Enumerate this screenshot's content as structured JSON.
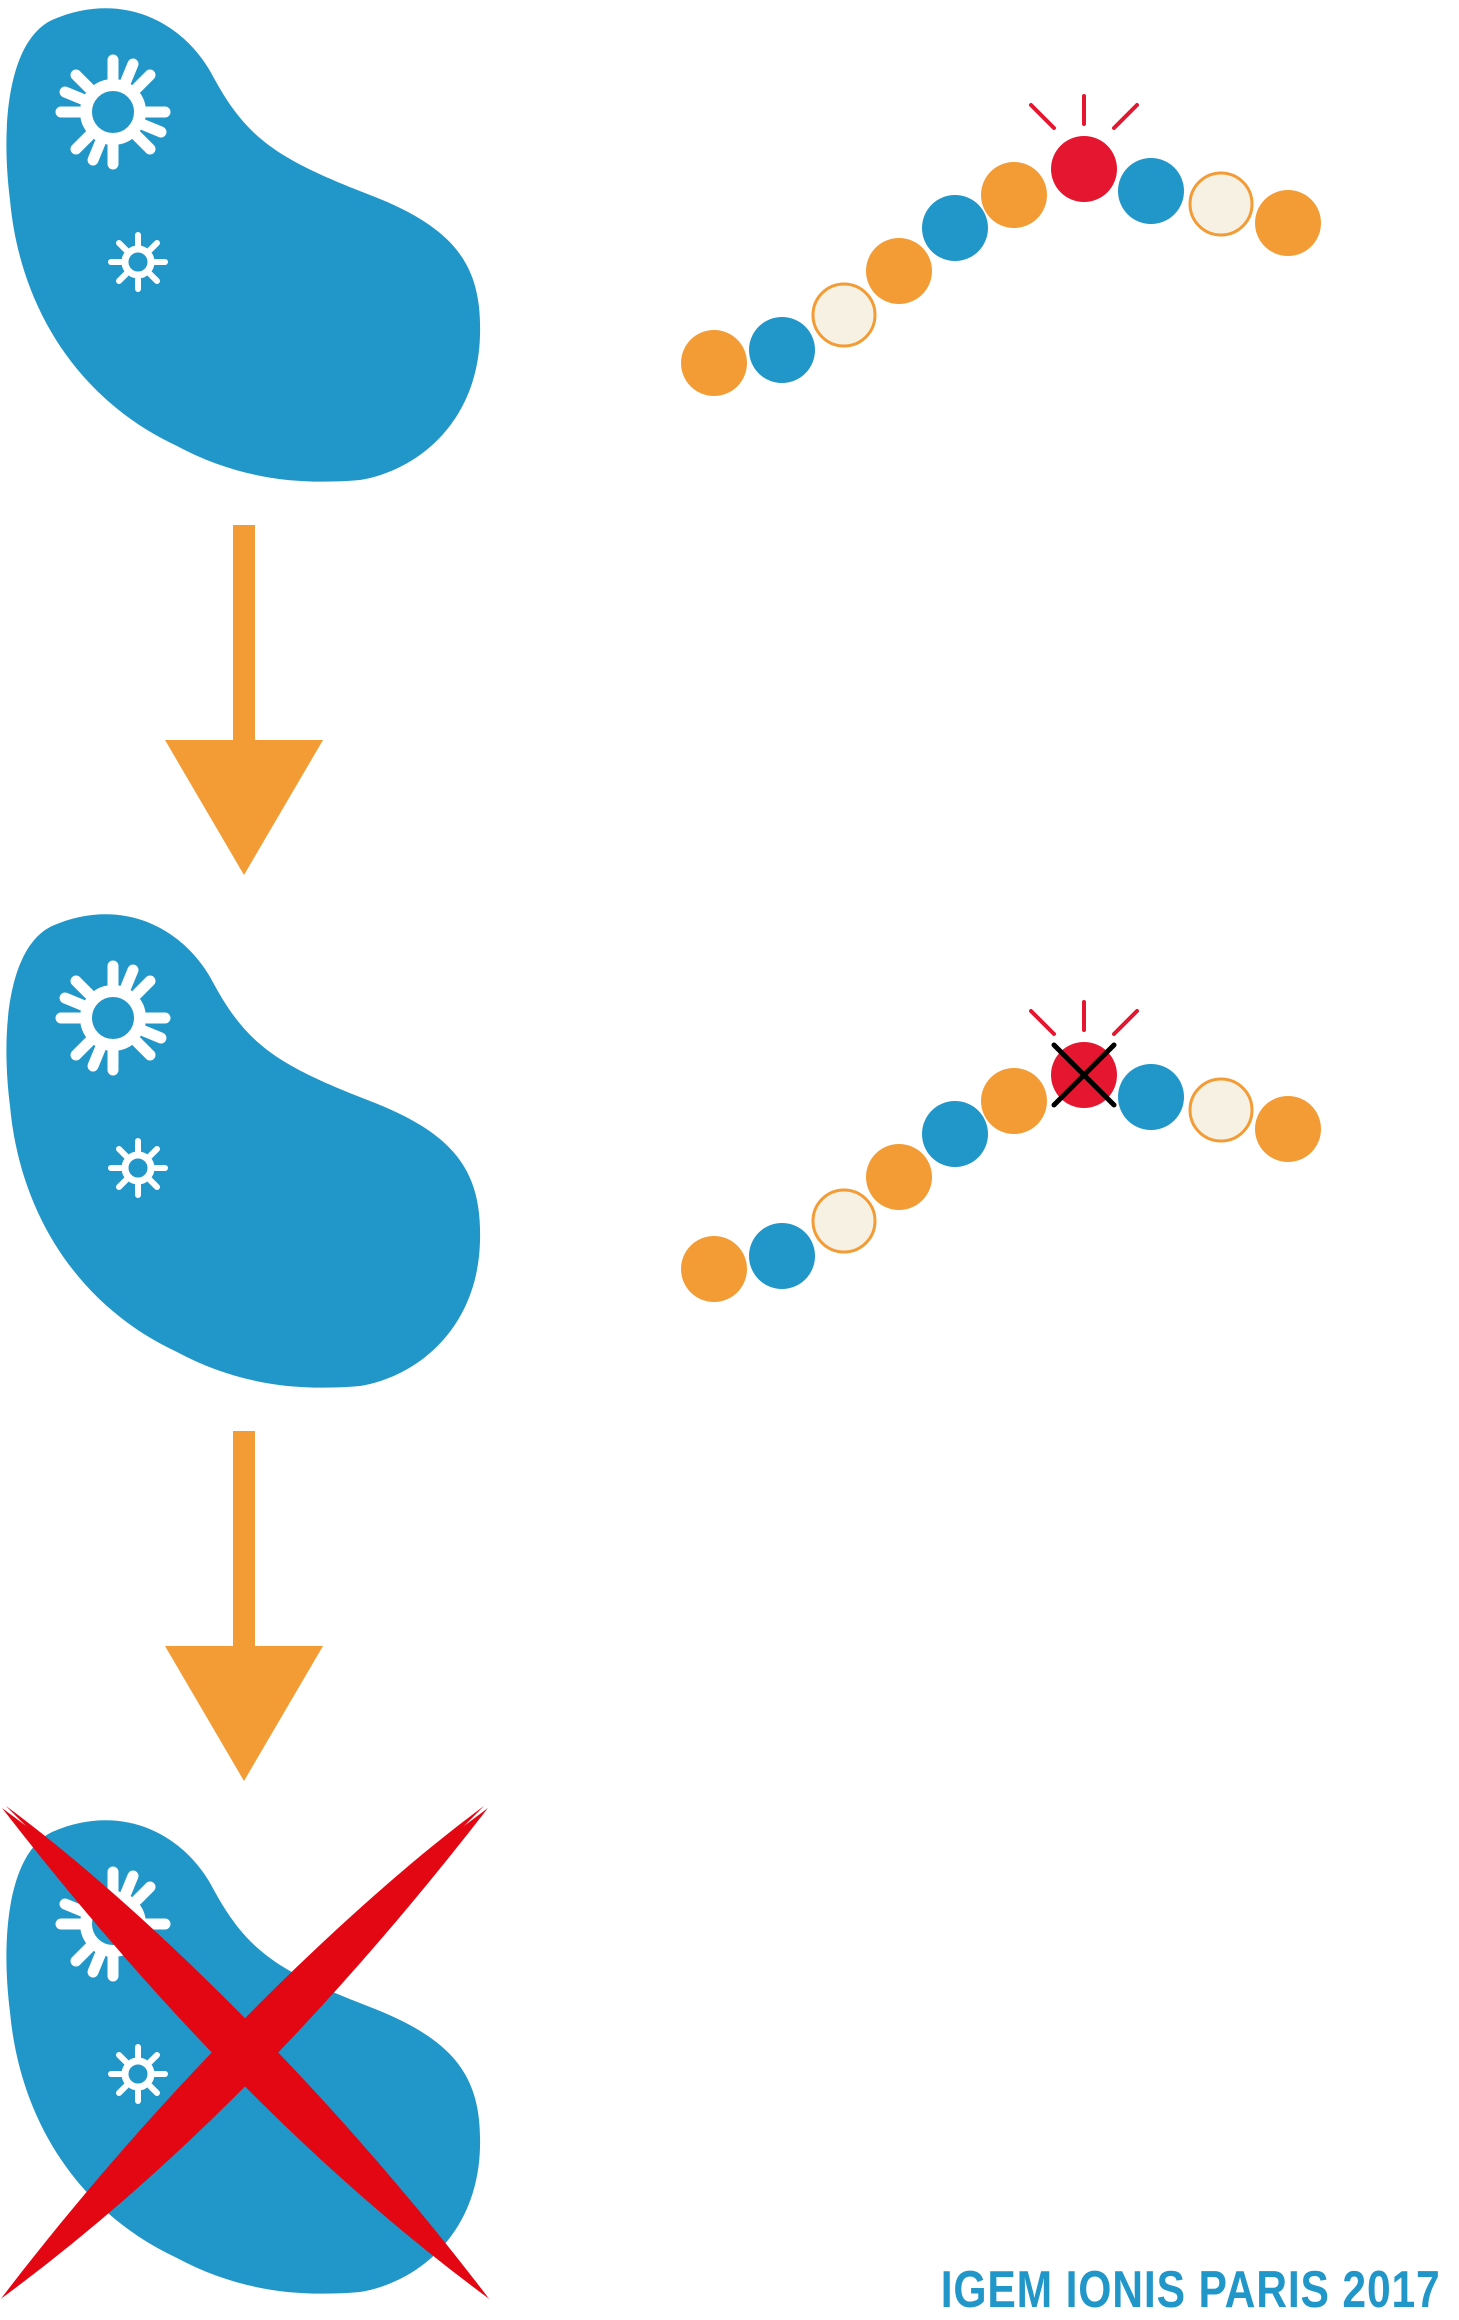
{
  "footer": {
    "credit": "IGEM IONIS PARIS 2017"
  },
  "colors": {
    "cell_blue": "#2196c8",
    "gear_white": "#ffffff",
    "arrow_orange": "#f39c36",
    "bead_orange": "#f39c36",
    "bead_blue": "#2196c8",
    "bead_cream": "#f7f1e4",
    "bead_red": "#e5162f",
    "kill_cross_red": "#e30613",
    "mark_black": "#000000"
  },
  "icons": {
    "cell": "bacterium-shape",
    "gear": "gear-icon",
    "arrow": "down-arrow-icon",
    "kill": "red-x-icon",
    "mutation": "black-x-icon",
    "highlight": "alert-rays-icon"
  },
  "diagram": {
    "stages": [
      {
        "stage": "healthy-cell",
        "gears": 2,
        "cell_crossed_out": false,
        "chain_mutated": false
      },
      {
        "stage": "mutated-chain",
        "gears": 2,
        "cell_crossed_out": false,
        "chain_mutated": true
      },
      {
        "stage": "cell-death",
        "gears": 2,
        "cell_crossed_out": true,
        "chain_shown": false
      }
    ],
    "chain_beads": [
      "orange",
      "blue",
      "cream",
      "orange",
      "blue",
      "orange",
      "red",
      "blue",
      "cream",
      "orange"
    ],
    "highlighted_bead_index": 6
  }
}
